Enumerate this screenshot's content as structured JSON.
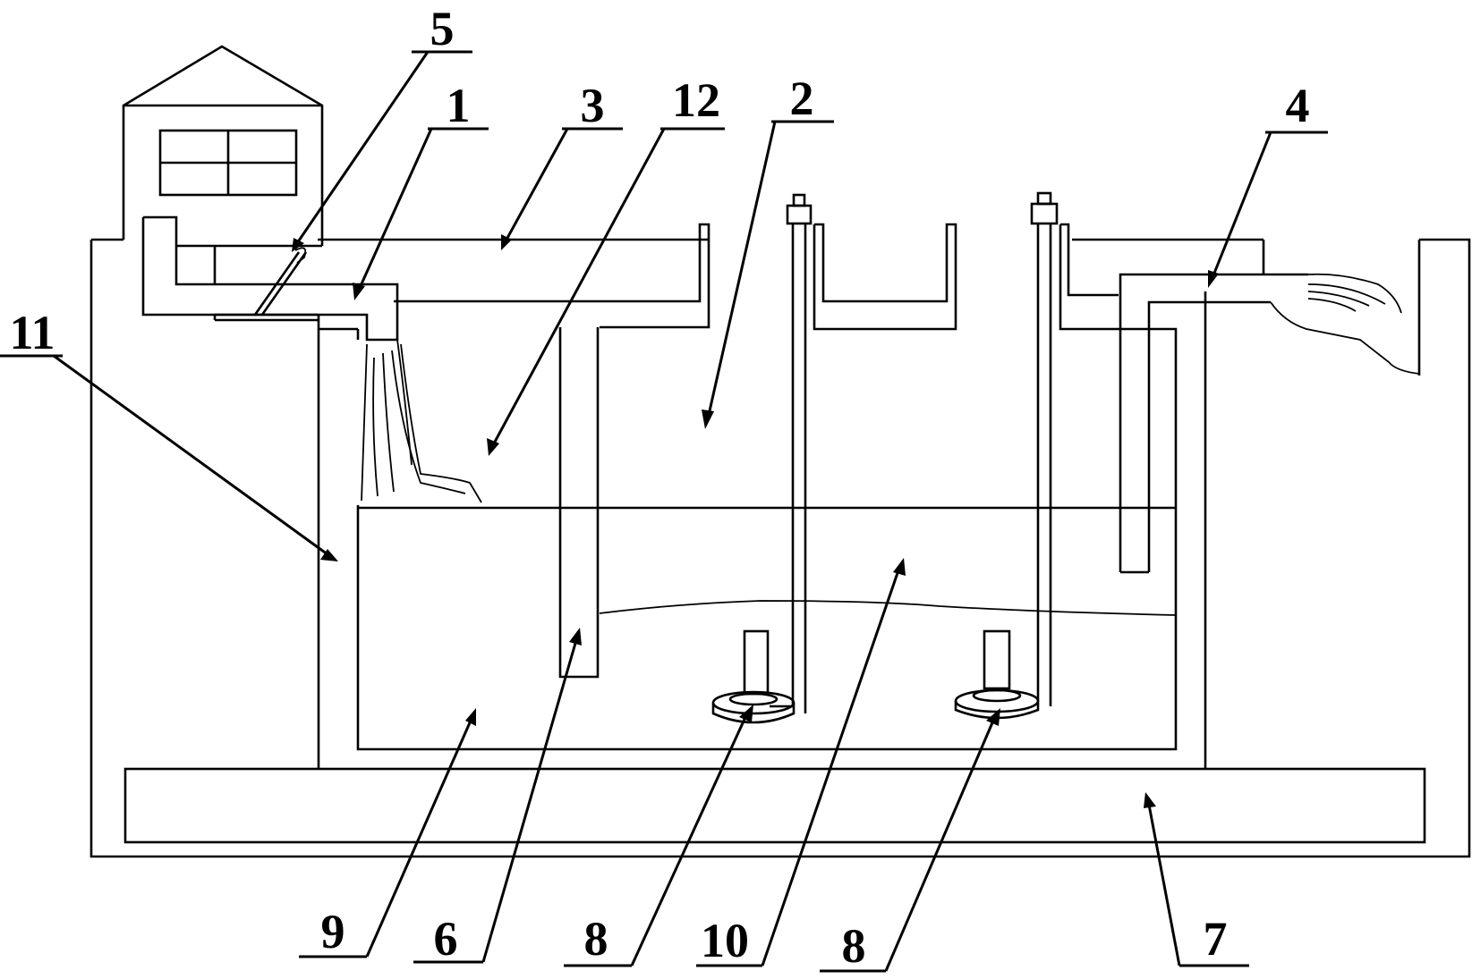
{
  "callouts": [
    {
      "id": "label-5",
      "text": "5"
    },
    {
      "id": "label-1",
      "text": "1"
    },
    {
      "id": "label-3",
      "text": "3"
    },
    {
      "id": "label-12",
      "text": "12"
    },
    {
      "id": "label-2",
      "text": "2"
    },
    {
      "id": "label-4",
      "text": "4"
    },
    {
      "id": "label-11",
      "text": "11"
    },
    {
      "id": "label-9",
      "text": "9"
    },
    {
      "id": "label-6",
      "text": "6"
    },
    {
      "id": "label-8a",
      "text": "8"
    },
    {
      "id": "label-10",
      "text": "10"
    },
    {
      "id": "label-8b",
      "text": "8"
    },
    {
      "id": "label-7",
      "text": "7"
    }
  ],
  "colors": {
    "line": "#000000",
    "background": "#ffffff"
  }
}
